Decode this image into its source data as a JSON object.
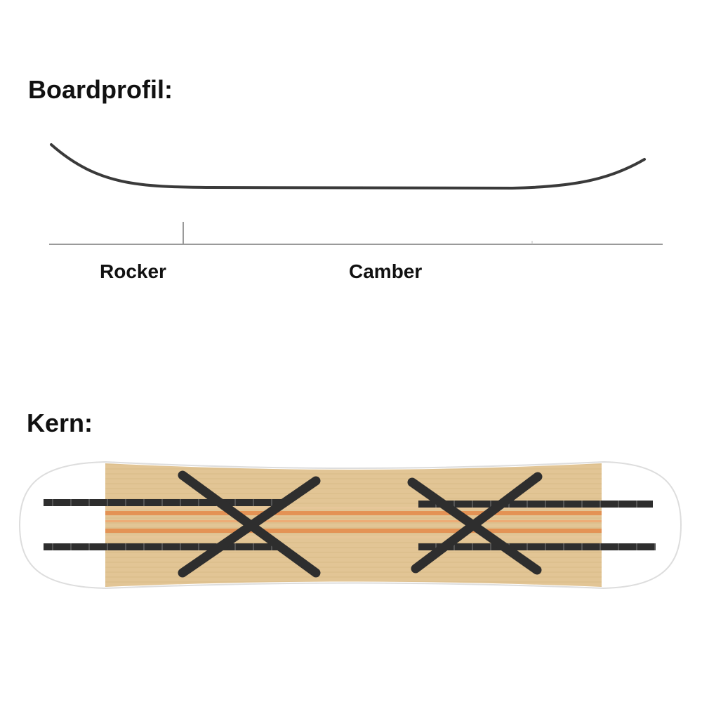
{
  "profile": {
    "heading": "Boardprofil:",
    "labels": {
      "rocker": "Rocker",
      "camber": "Camber"
    },
    "curve_color": "#3a3a3a",
    "baseline_color": "#9a9a9a"
  },
  "core": {
    "heading": "Kern:",
    "colors": {
      "wood": "#e2c595",
      "wood_grain": "#d4b584",
      "stringer": "#e48a4a",
      "carbon_strip": "#2e2e2e",
      "outline": "#dddddd"
    }
  }
}
